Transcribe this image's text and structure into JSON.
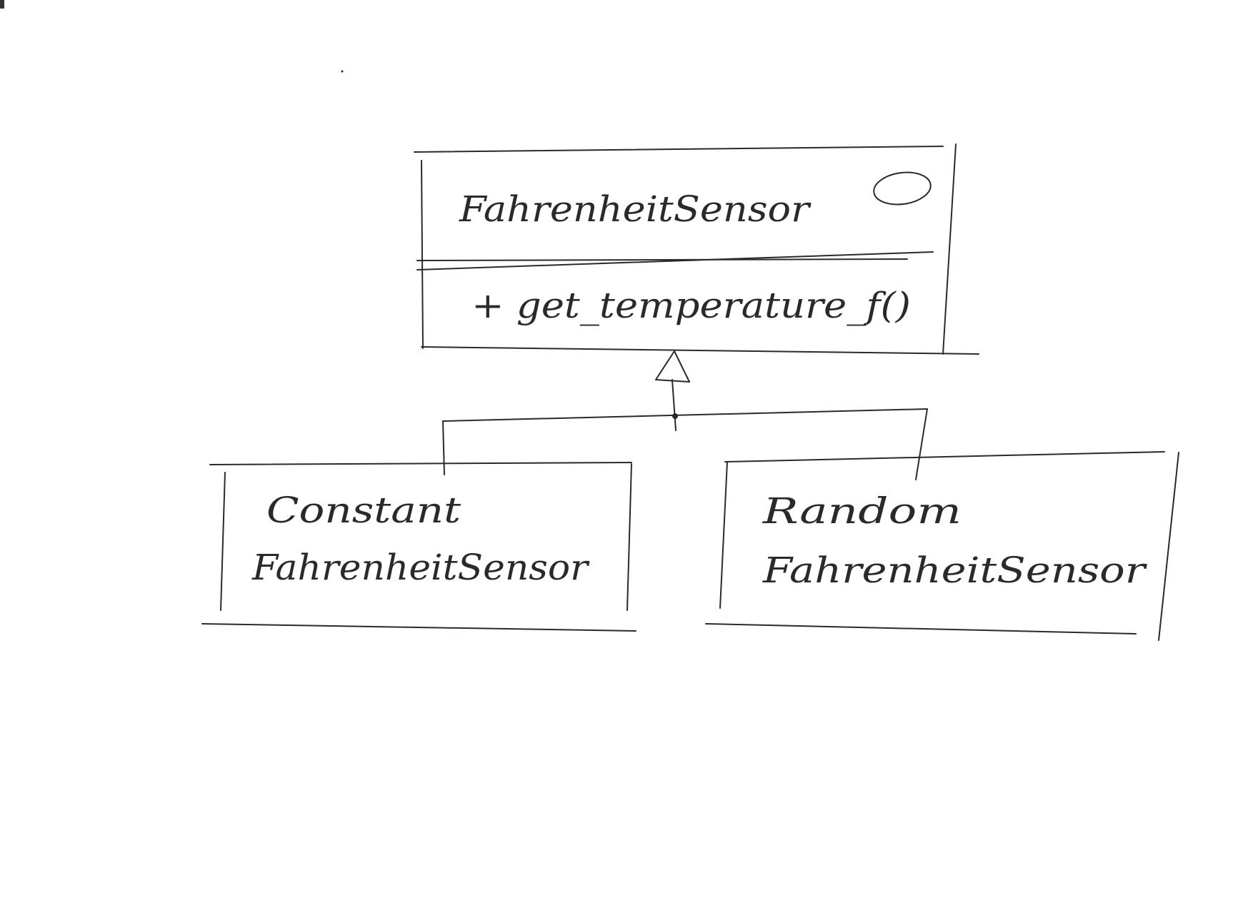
{
  "diagram": {
    "base_class": {
      "name": "FahrenheitSensor",
      "method": "+ get_temperature_f()"
    },
    "subclasses": [
      {
        "name_line1": "Constant",
        "name_line2": "FahrenheitSensor"
      },
      {
        "name_line1": "Random",
        "name_line2": "FahrenheitSensor"
      }
    ],
    "relationship": "inheritance"
  }
}
